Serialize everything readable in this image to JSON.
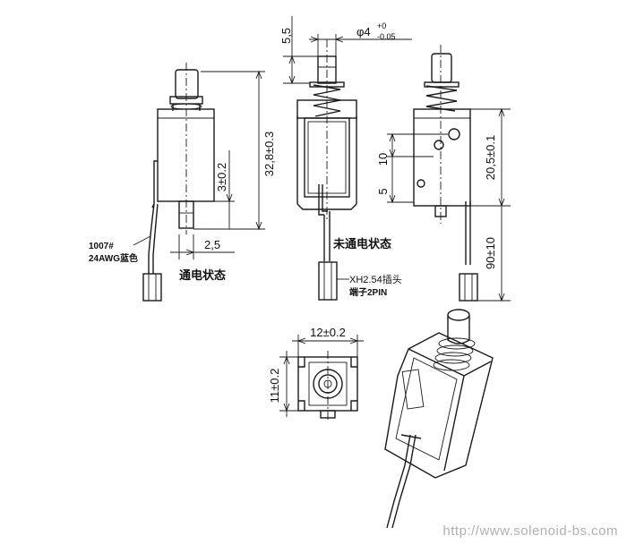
{
  "dimensions": {
    "stroke_5_5": "5,5",
    "plunger_diameter": "φ4",
    "plunger_tol_upper": "+0",
    "plunger_tol_lower": "-0.05",
    "total_length": "32,8±0.3",
    "stroke_3": "3±0.2",
    "pin_2_5": "2,5",
    "hole_10": "10",
    "hole_5": "5",
    "body_20_5": "20,5±0.1",
    "lead_90": "90±10",
    "width_12": "12±0.2",
    "height_11": "11±0.2"
  },
  "labels": {
    "energized_state": "通电状态",
    "deenergized_state": "未通电状态",
    "wire_spec_line1": "1007#",
    "wire_spec_line2": "24AWG蓝色",
    "connector_line1": "XH2.54插头",
    "connector_line2": "端子2PIN"
  },
  "watermark": "http://www.solenoid-bs.com"
}
